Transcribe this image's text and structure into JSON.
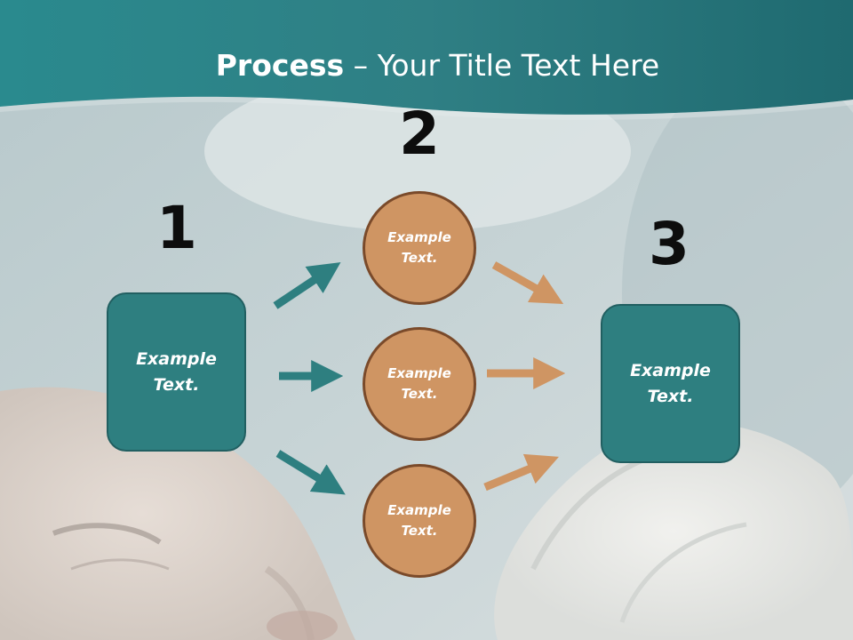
{
  "slide": {
    "title_bold": "Process",
    "title_dash": " – ",
    "title_rest": "Your Title Text Here",
    "steps": {
      "one": "1",
      "two": "2",
      "three": "3"
    },
    "left_box": "Example\nText.",
    "right_box": "Example\nText.",
    "circles": [
      "Example\nText.",
      "Example\nText.",
      "Example\nText."
    ]
  },
  "colors": {
    "teal": "#2e7f80",
    "orange": "#cf9563",
    "header": "#2b8387"
  }
}
